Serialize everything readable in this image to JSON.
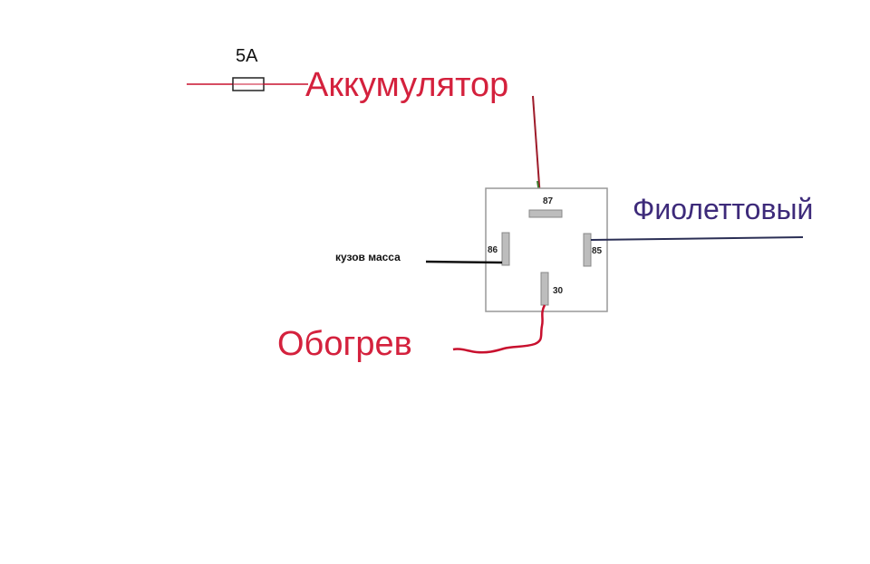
{
  "fuse": {
    "label": "5A"
  },
  "labels": {
    "battery": "Аккумулятор",
    "violet": "Фиолеттовый",
    "ground": "кузов масса",
    "heater": "Обогрев"
  },
  "relay": {
    "pins": {
      "p87": "87",
      "p86": "86",
      "p85": "85",
      "p30": "30"
    }
  },
  "colors": {
    "red_text": "#d4213d",
    "red_wire": "#c8102e",
    "violet_text": "#3d2a7a",
    "violet_wire": "#2b2f55",
    "green_wire": "#3a7a2a",
    "black_wire": "#111111",
    "relay_border": "#999999",
    "pin_fill": "#bdbdbd"
  }
}
